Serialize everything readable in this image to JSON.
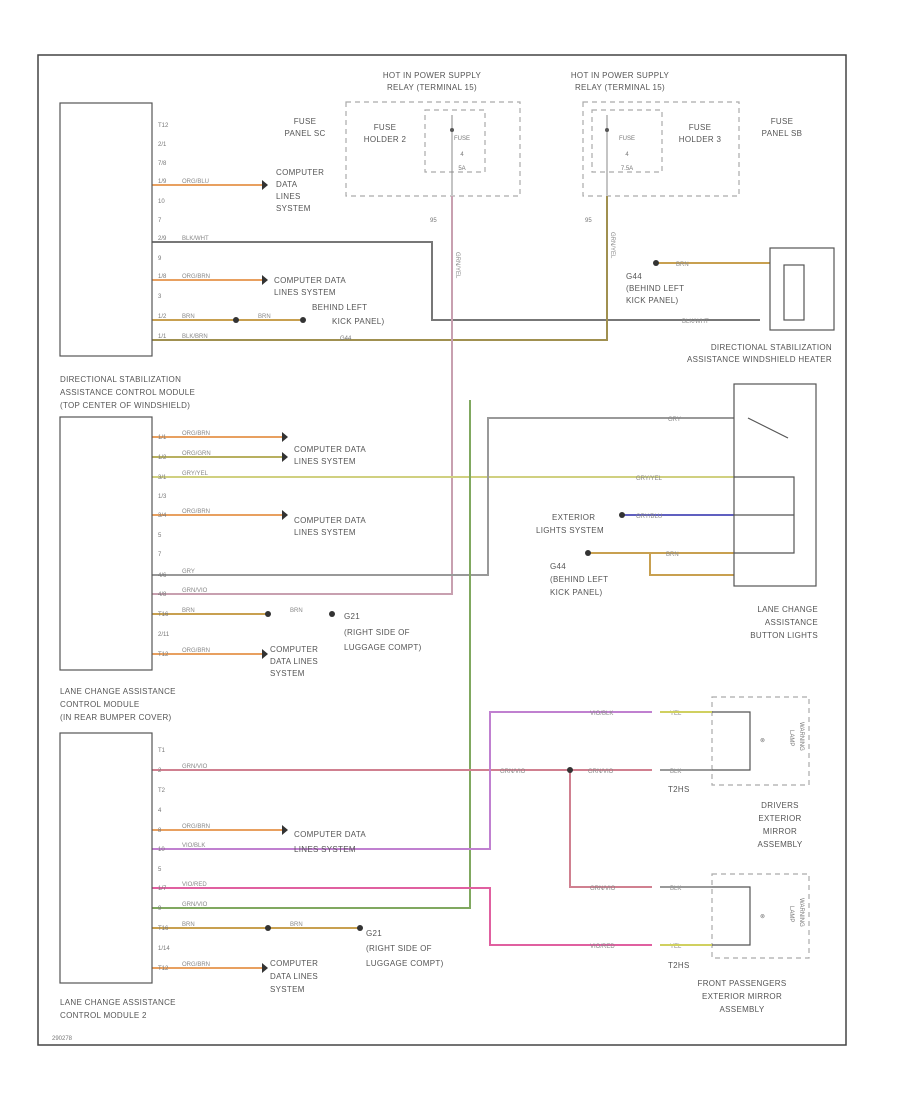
{
  "diagram": {
    "fuse_supply_1": {
      "title": [
        "HOT IN POWER SUPPLY",
        "RELAY (TERMINAL 15)"
      ],
      "panel": [
        "FUSE",
        "PANEL SC"
      ],
      "holder": [
        "FUSE",
        "HOLDER 2"
      ],
      "fuse": [
        "FUSE",
        "4",
        "5A"
      ],
      "wire_num": "95",
      "wire_color": "GRN/YEL"
    },
    "fuse_supply_2": {
      "title": [
        "HOT IN POWER SUPPLY",
        "RELAY (TERMINAL 15)"
      ],
      "panel": [
        "FUSE",
        "PANEL SB"
      ],
      "holder": [
        "FUSE",
        "HOLDER 3"
      ],
      "fuse": [
        "FUSE",
        "4",
        "7.5A"
      ],
      "wire_num": "95",
      "wire_color": "GRN/YEL"
    },
    "module_1": {
      "caption": [
        "DIRECTIONAL STABILIZATION",
        "ASSISTANCE CONTROL MODULE",
        "(TOP CENTER OF WINDSHIELD)"
      ],
      "pins": [
        "T12",
        "2/1",
        "7/8",
        "1/9",
        "10",
        "7",
        "2/9",
        "9",
        "1/8",
        "3",
        "1/2",
        "1/1"
      ],
      "wires": [
        "ORG/BLU",
        "BLK/WHT",
        "ORG/BRN",
        "BRN",
        "BLK/BRN"
      ],
      "refs": [
        "COMPUTER",
        "DATA",
        "LINES",
        "SYSTEM"
      ],
      "ref2": [
        "COMPUTER DATA",
        "LINES SYSTEM"
      ],
      "ground": [
        "BEHIND LEFT",
        "KICK PANEL)",
        "G44"
      ],
      "splice_wire": "BRN"
    },
    "heater": {
      "caption": [
        "DIRECTIONAL STABILIZATION",
        "ASSISTANCE WINDSHIELD HEATER"
      ],
      "ground": [
        "G44",
        "(BEHIND LEFT",
        "KICK PANEL)"
      ],
      "wire_brn": "BRN",
      "wire_blk": "BLK/WHT"
    },
    "module_2": {
      "caption": [
        "LANE CHANGE ASSISTANCE",
        "CONTROL MODULE",
        "(IN REAR BUMPER COVER)"
      ],
      "pins": [
        "1/1",
        "1/2",
        "3/1",
        "1/3",
        "3/4",
        "5",
        "7",
        "4/6",
        "4/8",
        "T16",
        "2/11",
        "T12"
      ],
      "wires": [
        "ORG/BRN",
        "ORG/GRN",
        "GRY/YEL",
        "ORG/BRN",
        "GRY",
        "GRN/VIO",
        "BRN",
        "ORG/BRN"
      ],
      "ref_a": [
        "COMPUTER DATA",
        "LINES SYSTEM"
      ],
      "ref_b": [
        "COMPUTER DATA",
        "LINES SYSTEM"
      ],
      "ref_c": [
        "COMPUTER",
        "DATA LINES",
        "SYSTEM"
      ],
      "ground": [
        "G21",
        "(RIGHT SIDE OF",
        "LUGGAGE COMPT)"
      ],
      "splice_wire": "BRN"
    },
    "button": {
      "caption": [
        "LANE CHANGE",
        "ASSISTANCE",
        "BUTTON LIGHTS"
      ],
      "wires": [
        "GRY",
        "GRY/YEL",
        "GRY/BLU",
        "BRN"
      ],
      "ext": [
        "EXTERIOR",
        "LIGHTS SYSTEM"
      ],
      "ground": [
        "G44",
        "(BEHIND LEFT",
        "KICK PANEL)"
      ]
    },
    "module_3": {
      "caption": [
        "LANE CHANGE ASSISTANCE",
        "CONTROL MODULE 2"
      ],
      "pins": [
        "T1",
        "2",
        "T2",
        "4",
        "8",
        "10",
        "5",
        "1/7",
        "9",
        "T16",
        "1/14",
        "T12"
      ],
      "wires": [
        "GRN/VIO",
        "ORG/BRN",
        "VIO/BLK",
        "VIO/RED",
        "GRN/VIO",
        "BRN",
        "ORG/BRN"
      ],
      "ref_a": [
        "COMPUTER DATA",
        "LINES SYSTEM"
      ],
      "ref_b": [
        "COMPUTER",
        "DATA LINES",
        "SYSTEM"
      ],
      "ground": [
        "G21",
        "(RIGHT SIDE OF",
        "LUGGAGE COMPT)"
      ],
      "splice_wire": "BRN"
    },
    "mirror_1": {
      "caption": [
        "DRIVERS",
        "EXTERIOR",
        "MIRROR",
        "ASSEMBLY"
      ],
      "connector": "T2HS",
      "wires": [
        "VIO/BLK",
        "GRN/VIO",
        "GRN/VIO"
      ],
      "pin_wires": [
        "YEL",
        "BLK"
      ],
      "side": [
        "WARNING",
        "LAMP"
      ]
    },
    "mirror_2": {
      "caption": [
        "FRONT PASSENGERS",
        "EXTERIOR MIRROR",
        "ASSEMBLY"
      ],
      "connector": "T2HS",
      "wires": [
        "GRN/VIO",
        "VIO/RED"
      ],
      "pin_wires": [
        "BLK",
        "YEL"
      ],
      "side": [
        "WARNING",
        "LAMP"
      ]
    },
    "figure_id": "290278"
  }
}
